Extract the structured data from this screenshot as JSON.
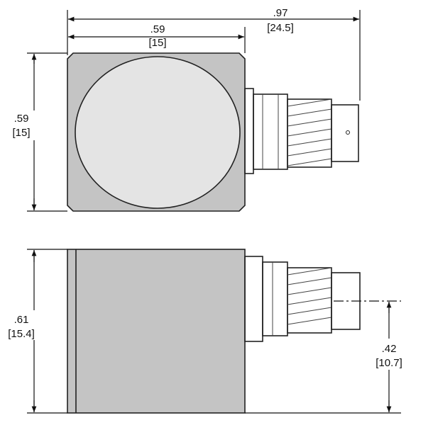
{
  "dimensions": {
    "overall_length": {
      "inch": ".97",
      "mm": "[24.5]"
    },
    "top_width": {
      "inch": ".59",
      "mm": "[15]"
    },
    "top_height": {
      "inch": ".59",
      "mm": "[15]"
    },
    "side_height": {
      "inch": ".61",
      "mm": "[15.4]"
    },
    "connector_center_height": {
      "inch": ".42",
      "mm": "[10.7]"
    }
  }
}
